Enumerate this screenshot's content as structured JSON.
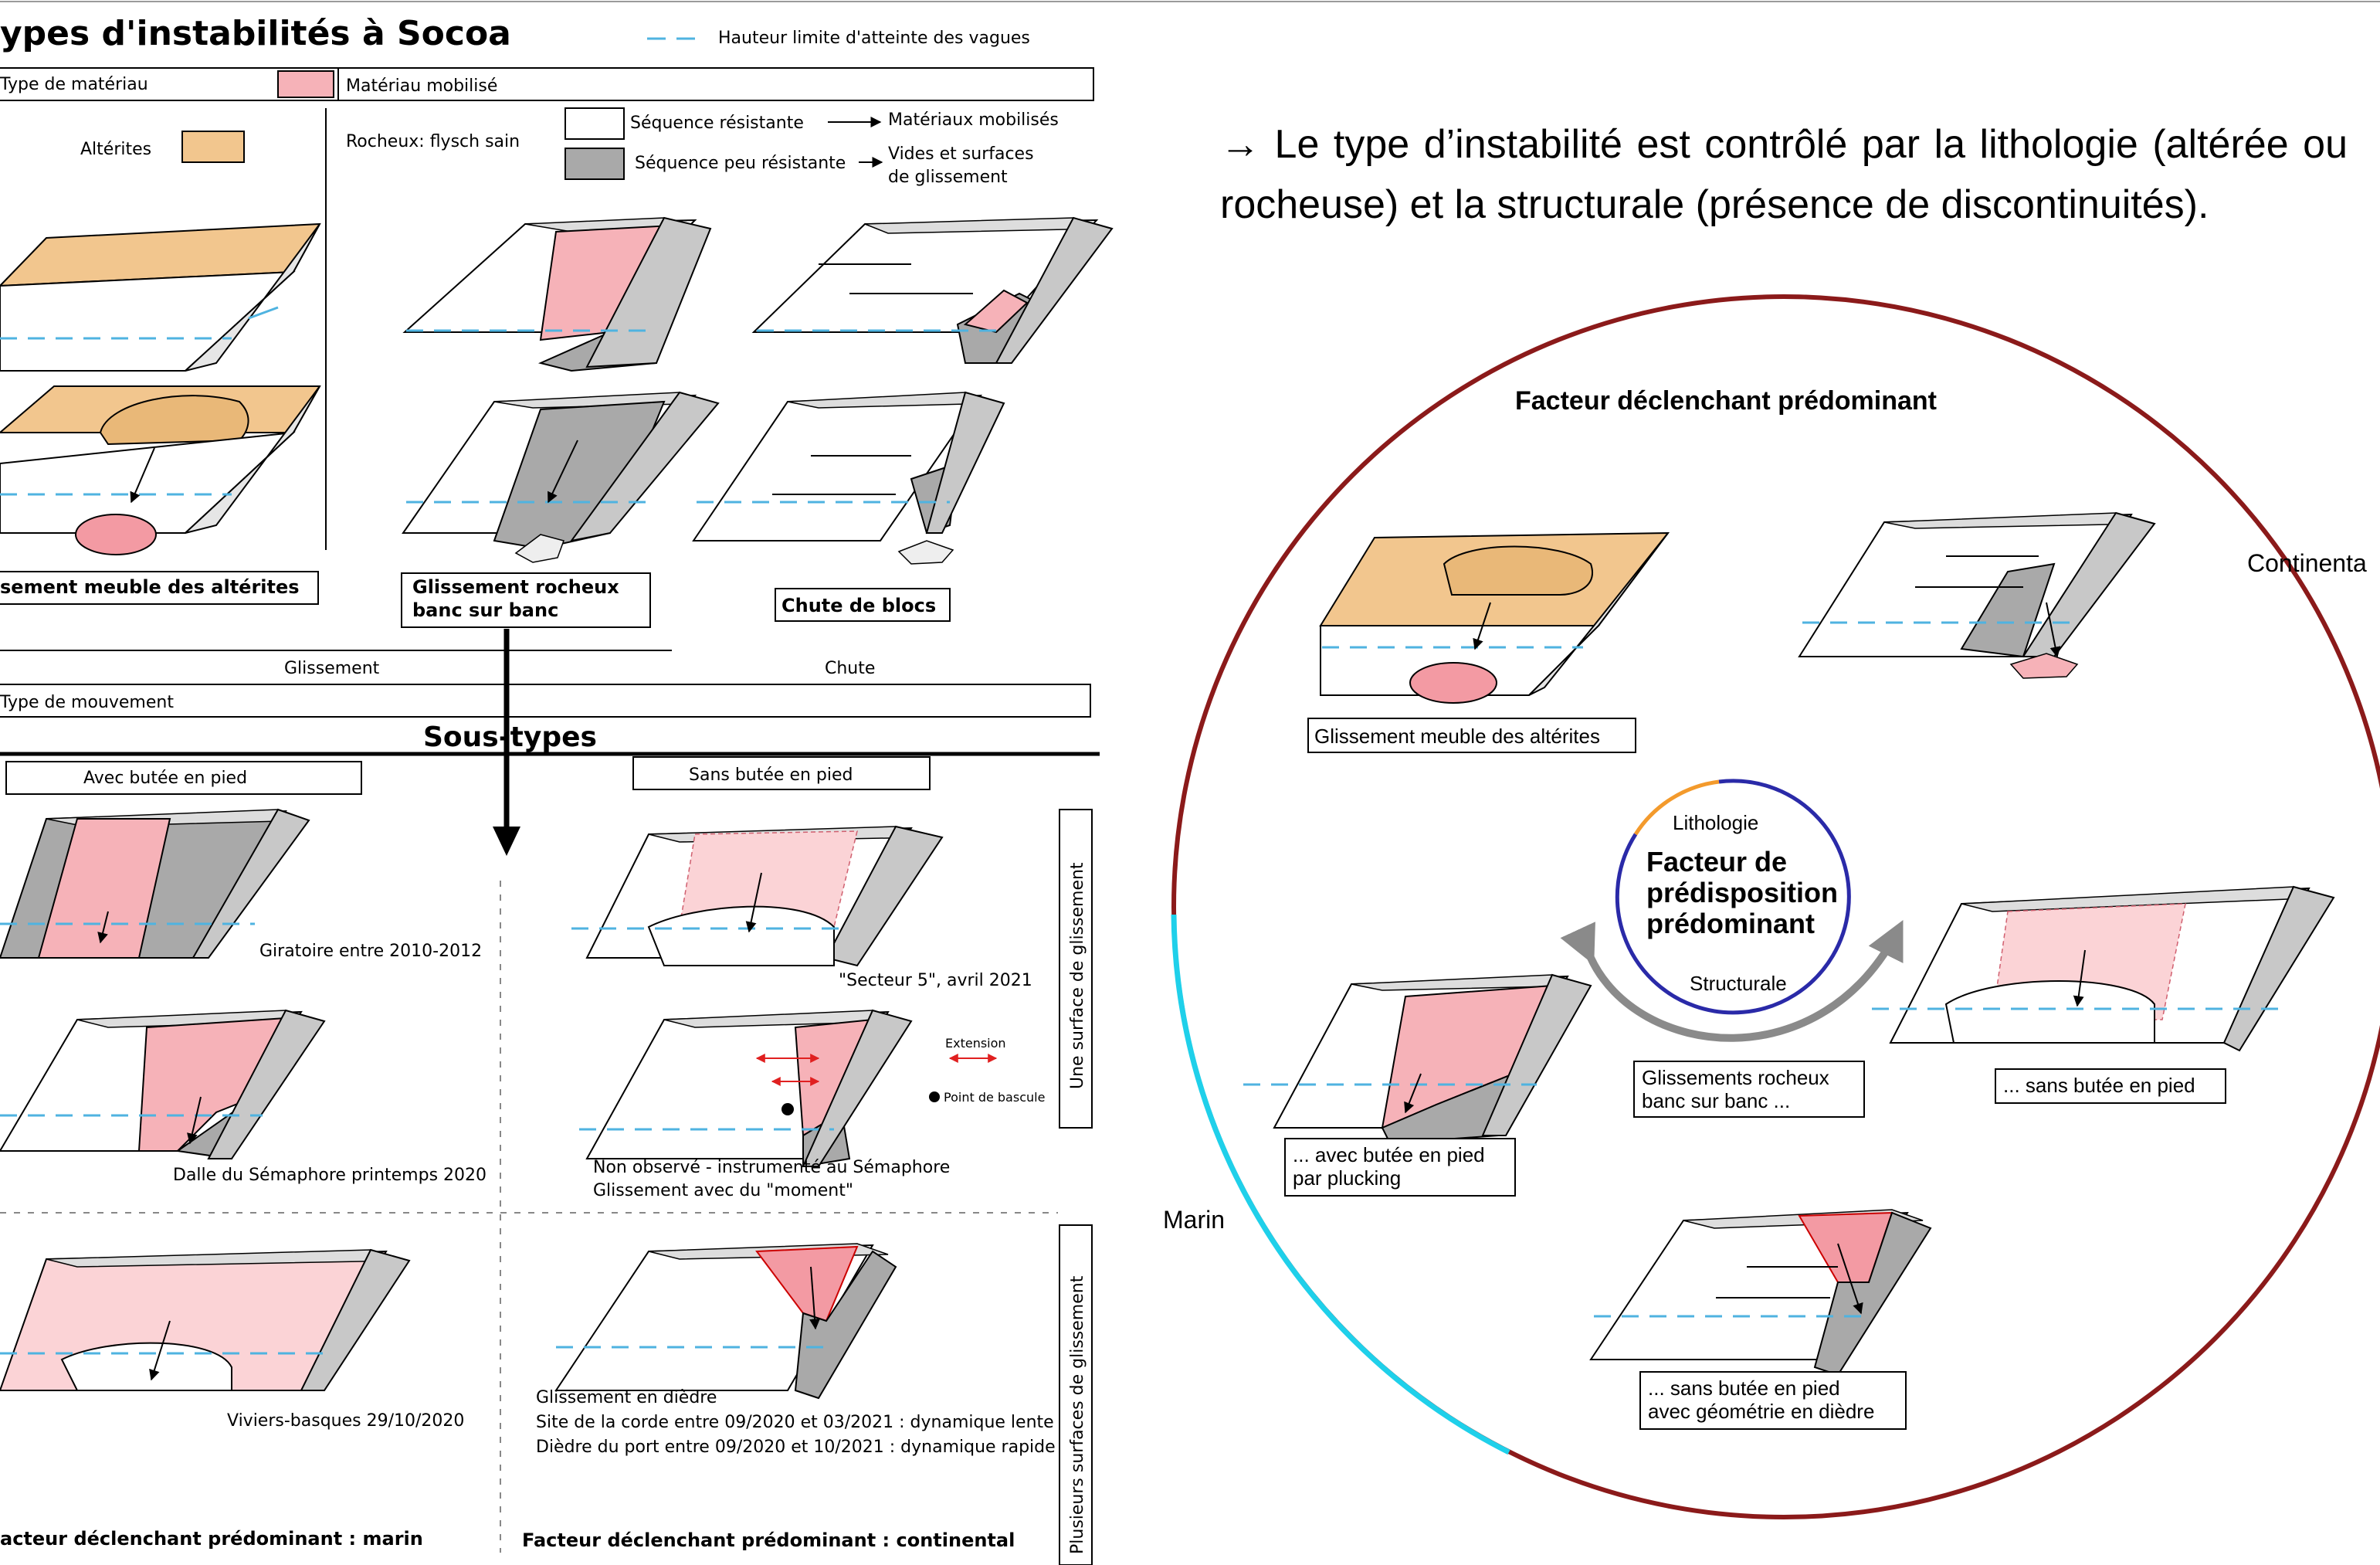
{
  "left": {
    "title": "ypes d'instabilités à Socoa",
    "legend_waves": "Hauteur limite d'atteinte des vagues",
    "material_type": "Type de matériau",
    "mobilized": "Matériau mobilisé",
    "alterites": "Altérites",
    "rocky": "Rocheux: flysch sain",
    "resistant": "Séquence résistante",
    "weak": "Séquence peu résistante",
    "mobilized_arrow": "Matériaux mobilisés",
    "voids_1": "Vides et surfaces",
    "voids_2": "de glissement",
    "box_meuble": "sement meuble des altérites",
    "box_rocheux_1": "Glissement rocheux",
    "box_rocheux_2": "banc sur banc",
    "box_chute": "Chute de blocs",
    "glissement": "Glissement",
    "chute": "Chute",
    "movement_type": "Type de mouvement",
    "subtypes": "Sous-types",
    "avec_butee": "Avec butée en pied",
    "sans_butee": "Sans butée en pied",
    "vert_one": "Une surface de glissement",
    "vert_multi": "Plusieurs surfaces de glissement",
    "cap_giratoire": "Giratoire entre 2010-2012",
    "cap_secteur": "\"Secteur 5\", avril 2021",
    "cap_extension": "Extension",
    "cap_bascule": "Point de bascule",
    "cap_dalle": "Dalle du Sémaphore printemps 2020",
    "cap_nonobs_1": "Non observé - instrumenté au Sémaphore",
    "cap_nonobs_2": "Glissement avec du \"moment\"",
    "cap_viviers": "Viviers-basques 29/10/2020",
    "cap_diedre_1": "Glissement en dièdre",
    "cap_diedre_2": "Site de la corde entre 09/2020 et 03/2021 : dynamique lente",
    "cap_diedre_3": "Dièdre du port entre 09/2020 et 10/2021 : dynamique rapide",
    "footer_marin": "acteur déclenchant prédominant : marin",
    "footer_cont": "Facteur déclenchant prédominant : continental"
  },
  "right": {
    "intro": "→ Le type d’instabilité est contrôlé par la lithologie (altérée ou rocheuse) et la structurale (présence de discontinuités).",
    "circle_title": "Facteur déclenchant prédominant",
    "continental": "Continenta",
    "marin": "Marin",
    "lithologie": "Lithologie",
    "center_1": "Facteur de",
    "center_2": "prédisposition",
    "center_3": "prédominant",
    "structurale": "Structurale",
    "box_meuble": "Glissement meuble des altérites",
    "box_rocheux_1": "Glissements rocheux",
    "box_rocheux_2": "banc sur banc ...",
    "box_avec_1": "... avec butée en pied",
    "box_avec_2": "par plucking",
    "box_sans": "... sans butée en pied",
    "box_diedre_1": "... sans butée en pied",
    "box_diedre_2": "avec géométrie en dièdre"
  },
  "colors": {
    "weathered": "#f2c68e",
    "mobilized": "#f6b2b8",
    "rock_grey": "#a9a9a9",
    "water_line": "#4fb3e0",
    "ring_marine": "#1fd0ea",
    "ring_continental": "#8b1a1a",
    "inner_ring_blue": "#2a2aa8",
    "inner_ring_orange": "#f39a2c"
  }
}
